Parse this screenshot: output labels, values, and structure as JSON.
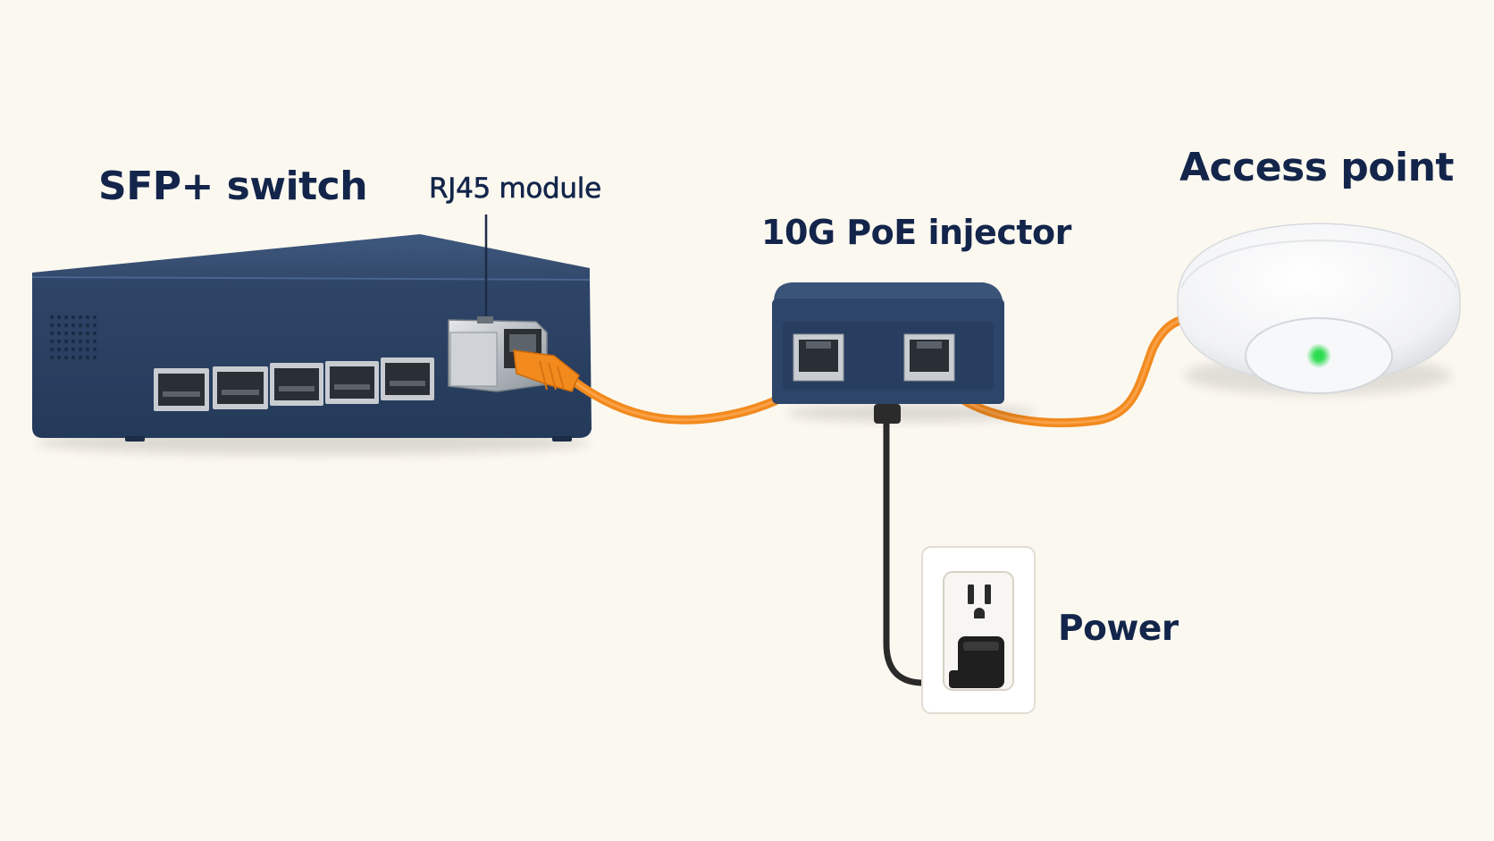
{
  "labels": {
    "switch": "SFP+ switch",
    "module": "RJ45 module",
    "injector": "10G PoE injector",
    "access_point": "Access point",
    "power": "Power"
  },
  "colors": {
    "background": "#fbf8f0",
    "label_text": "#13254a",
    "device_navy": "#2d4569",
    "ethernet_cable": "#f28a1e",
    "power_cable": "#2a2a2a",
    "ap_led": "#2bdc4e",
    "access_point_body": "#f4f5f6",
    "outlet_plate": "#ffffff"
  },
  "icons": {
    "switch": "network-switch-icon",
    "module": "sfp-rj45-transceiver-icon",
    "injector": "poe-injector-icon",
    "access_point": "ceiling-access-point-icon",
    "outlet": "wall-outlet-icon",
    "plug": "power-plug-icon"
  }
}
